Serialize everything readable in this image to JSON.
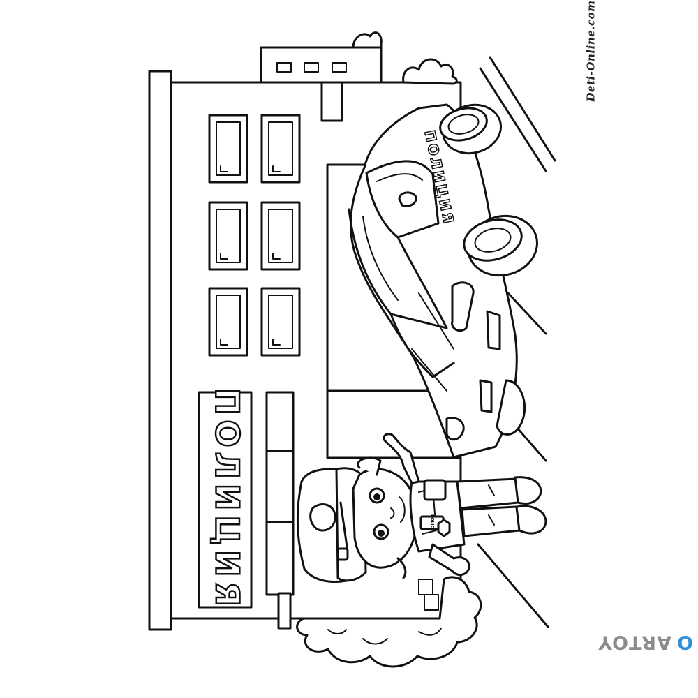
{
  "sign": {
    "text": "ПОЛИЦИЯ"
  },
  "car": {
    "text": "ПОЛИЦИЯ"
  },
  "officer": {
    "chest_badge_text": "POLICE"
  },
  "watermarks": {
    "credit": "Deti-Online.com",
    "brand_main": "ARTOY",
    "brand_circle": "O",
    "brand_circle_color": "#2f8fd8",
    "brand_text_color": "#8c8c8c"
  }
}
